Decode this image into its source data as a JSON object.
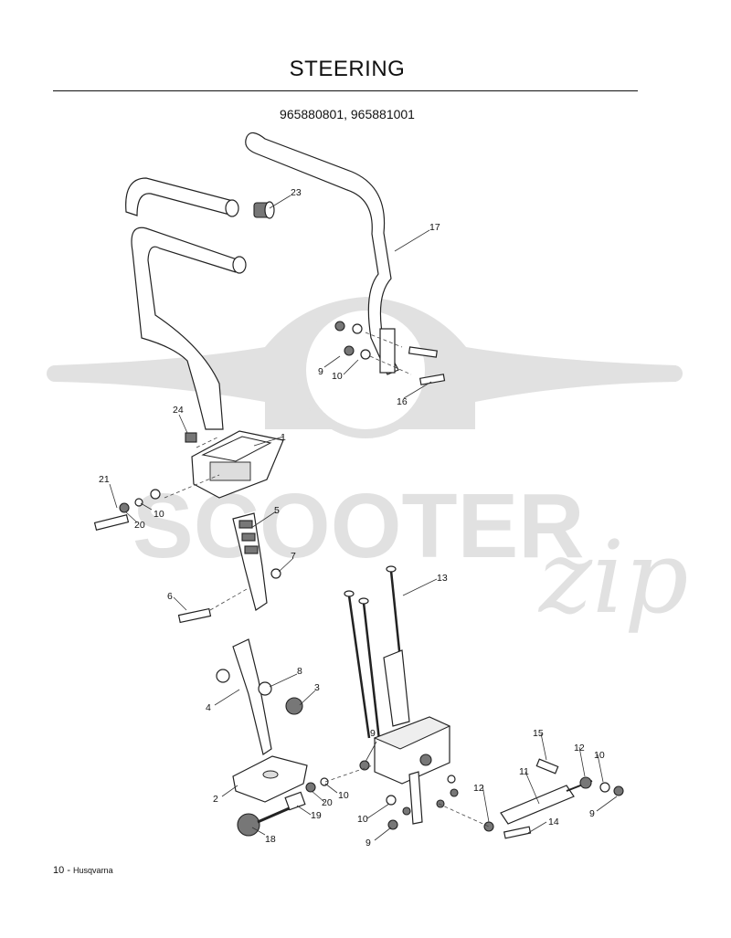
{
  "page": {
    "title": "STEERING",
    "models": "965880801, 965881001",
    "footer_page": "10",
    "footer_brand": "Husqvarna"
  },
  "watermark": {
    "text_main": "SCOOTER",
    "text_script": "zip",
    "color": "#e1e1e1"
  },
  "callouts": {
    "c1": "1",
    "c2": "2",
    "c3": "3",
    "c4": "4",
    "c5": "5",
    "c6": "6",
    "c7": "7",
    "c8": "8",
    "c9a": "9",
    "c9b": "9",
    "c9c": "9",
    "c9d": "9",
    "c10a": "10",
    "c10b": "10",
    "c10c": "10",
    "c10d": "10",
    "c10e": "10",
    "c11": "11",
    "c12a": "12",
    "c12b": "12",
    "c13": "13",
    "c14": "14",
    "c15": "15",
    "c16": "16",
    "c17": "17",
    "c18": "18",
    "c19": "19",
    "c20a": "20",
    "c20b": "20",
    "c21": "21",
    "c23": "23",
    "c24": "24"
  }
}
